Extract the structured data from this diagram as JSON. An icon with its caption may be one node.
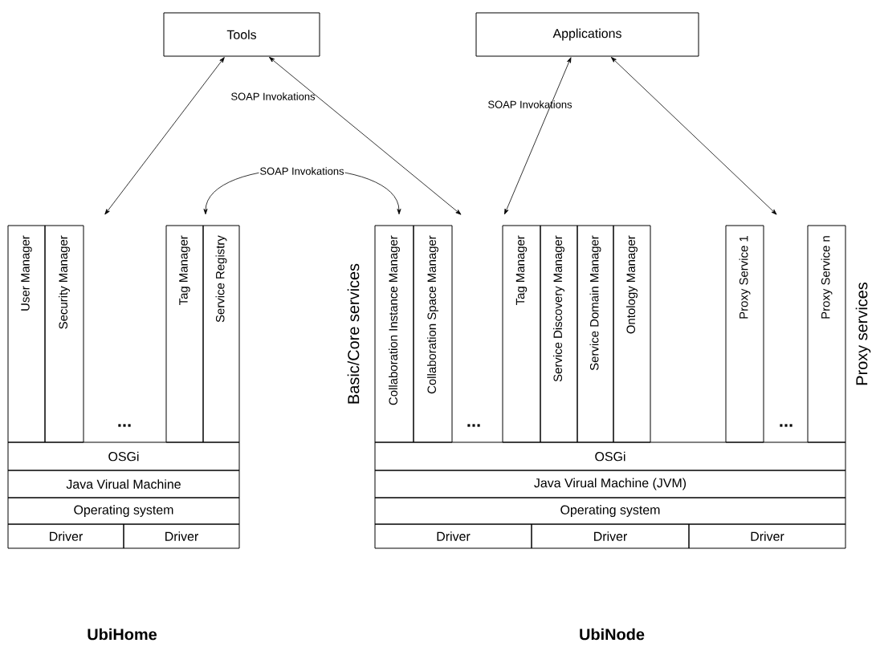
{
  "diagram": {
    "nodes": [
      {
        "text": [
          "Tools"
        ]
      },
      {
        "text": [
          "Applications"
        ]
      },
      {
        "text": [
          "User Manager"
        ]
      },
      {
        "text": [
          "Security Manager"
        ]
      },
      {
        "text": [
          "Tag Manager"
        ]
      },
      {
        "text": [
          "Service Registry"
        ]
      },
      {
        "text": [
          "OSGi"
        ]
      },
      {
        "text": [
          "Java Virual Machine"
        ]
      },
      {
        "text": [
          "Operating system"
        ]
      },
      {
        "text": [
          "Driver"
        ]
      },
      {
        "text": [
          "Driver"
        ]
      },
      {
        "text": [
          "Collaboration Instance Manager"
        ]
      },
      {
        "text": [
          "Collaboration Space Manager"
        ]
      },
      {
        "text": [
          "Tag Manager"
        ]
      },
      {
        "text": [
          "Service Discovery Manager"
        ]
      },
      {
        "text": [
          "Service Domain Manager"
        ]
      },
      {
        "text": [
          "Ontology Manager"
        ]
      },
      {
        "text": [
          "Proxy Service 1"
        ]
      },
      {
        "text": [
          "Proxy Service n"
        ]
      },
      {
        "text": [
          "OSGi"
        ]
      },
      {
        "text": [
          "Java Virual Machine (JVM)"
        ]
      },
      {
        "text": [
          "Operating system"
        ]
      },
      {
        "text": [
          "Driver"
        ]
      },
      {
        "text": [
          "Driver"
        ]
      },
      {
        "text": [
          "Driver"
        ]
      }
    ],
    "edges": [
      {
        "from": 0,
        "to": null,
        "arrow": "both"
      },
      {
        "from": 0,
        "to": null,
        "arrow": "both"
      },
      {
        "from": 5,
        "to": 11,
        "arrow": "both",
        "label": "SOAP Invokations"
      },
      {
        "from": 1,
        "to": 13,
        "arrow": "both"
      },
      {
        "from": 1,
        "to": null,
        "arrow": "both"
      }
    ],
    "labels": [
      "SOAP Invokations",
      "SOAP Invokations",
      "...",
      "...",
      "...",
      "Basic/Core services",
      "Proxy services",
      "UbiHome",
      "UbiNode"
    ]
  }
}
